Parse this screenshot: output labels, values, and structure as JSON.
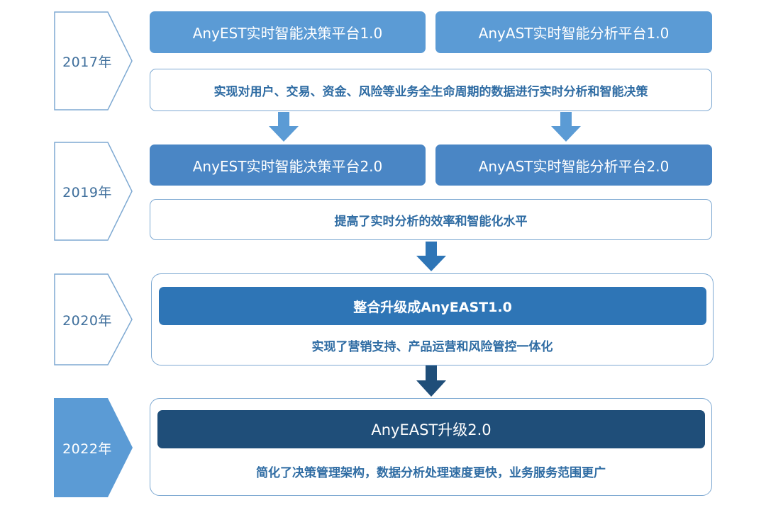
{
  "stages": [
    {
      "year": "2017年",
      "platforms": [
        "AnyEST实时智能决策平台1.0",
        "AnyAST实时智能分析平台1.0"
      ],
      "description": "实现对用户、交易、资金、风险等业务全生命周期的数据进行实时分析和智能决策"
    },
    {
      "year": "2019年",
      "platforms": [
        "AnyEST实时智能决策平台2.0",
        "AnyAST实时智能分析平台2.0"
      ],
      "description": "提高了实时分析的效率和智能化水平"
    },
    {
      "year": "2020年",
      "title": "整合升级成AnyEAST1.0",
      "description": "实现了营销支持、产品运营和风险管控一体化"
    },
    {
      "year": "2022年",
      "title": "AnyEAST升级2.0",
      "description": "简化了决策管理架构，数据分析处理速度更快，业务服务范围更广"
    }
  ],
  "colors": {
    "stage1_pill": "#5b9bd5",
    "stage2_pill": "#4a86c5",
    "stage3_pill": "#2e75b6",
    "stage4_pill": "#1f4e79",
    "outline": "#7ea9d2",
    "text_blue": "#2f6ca3"
  }
}
